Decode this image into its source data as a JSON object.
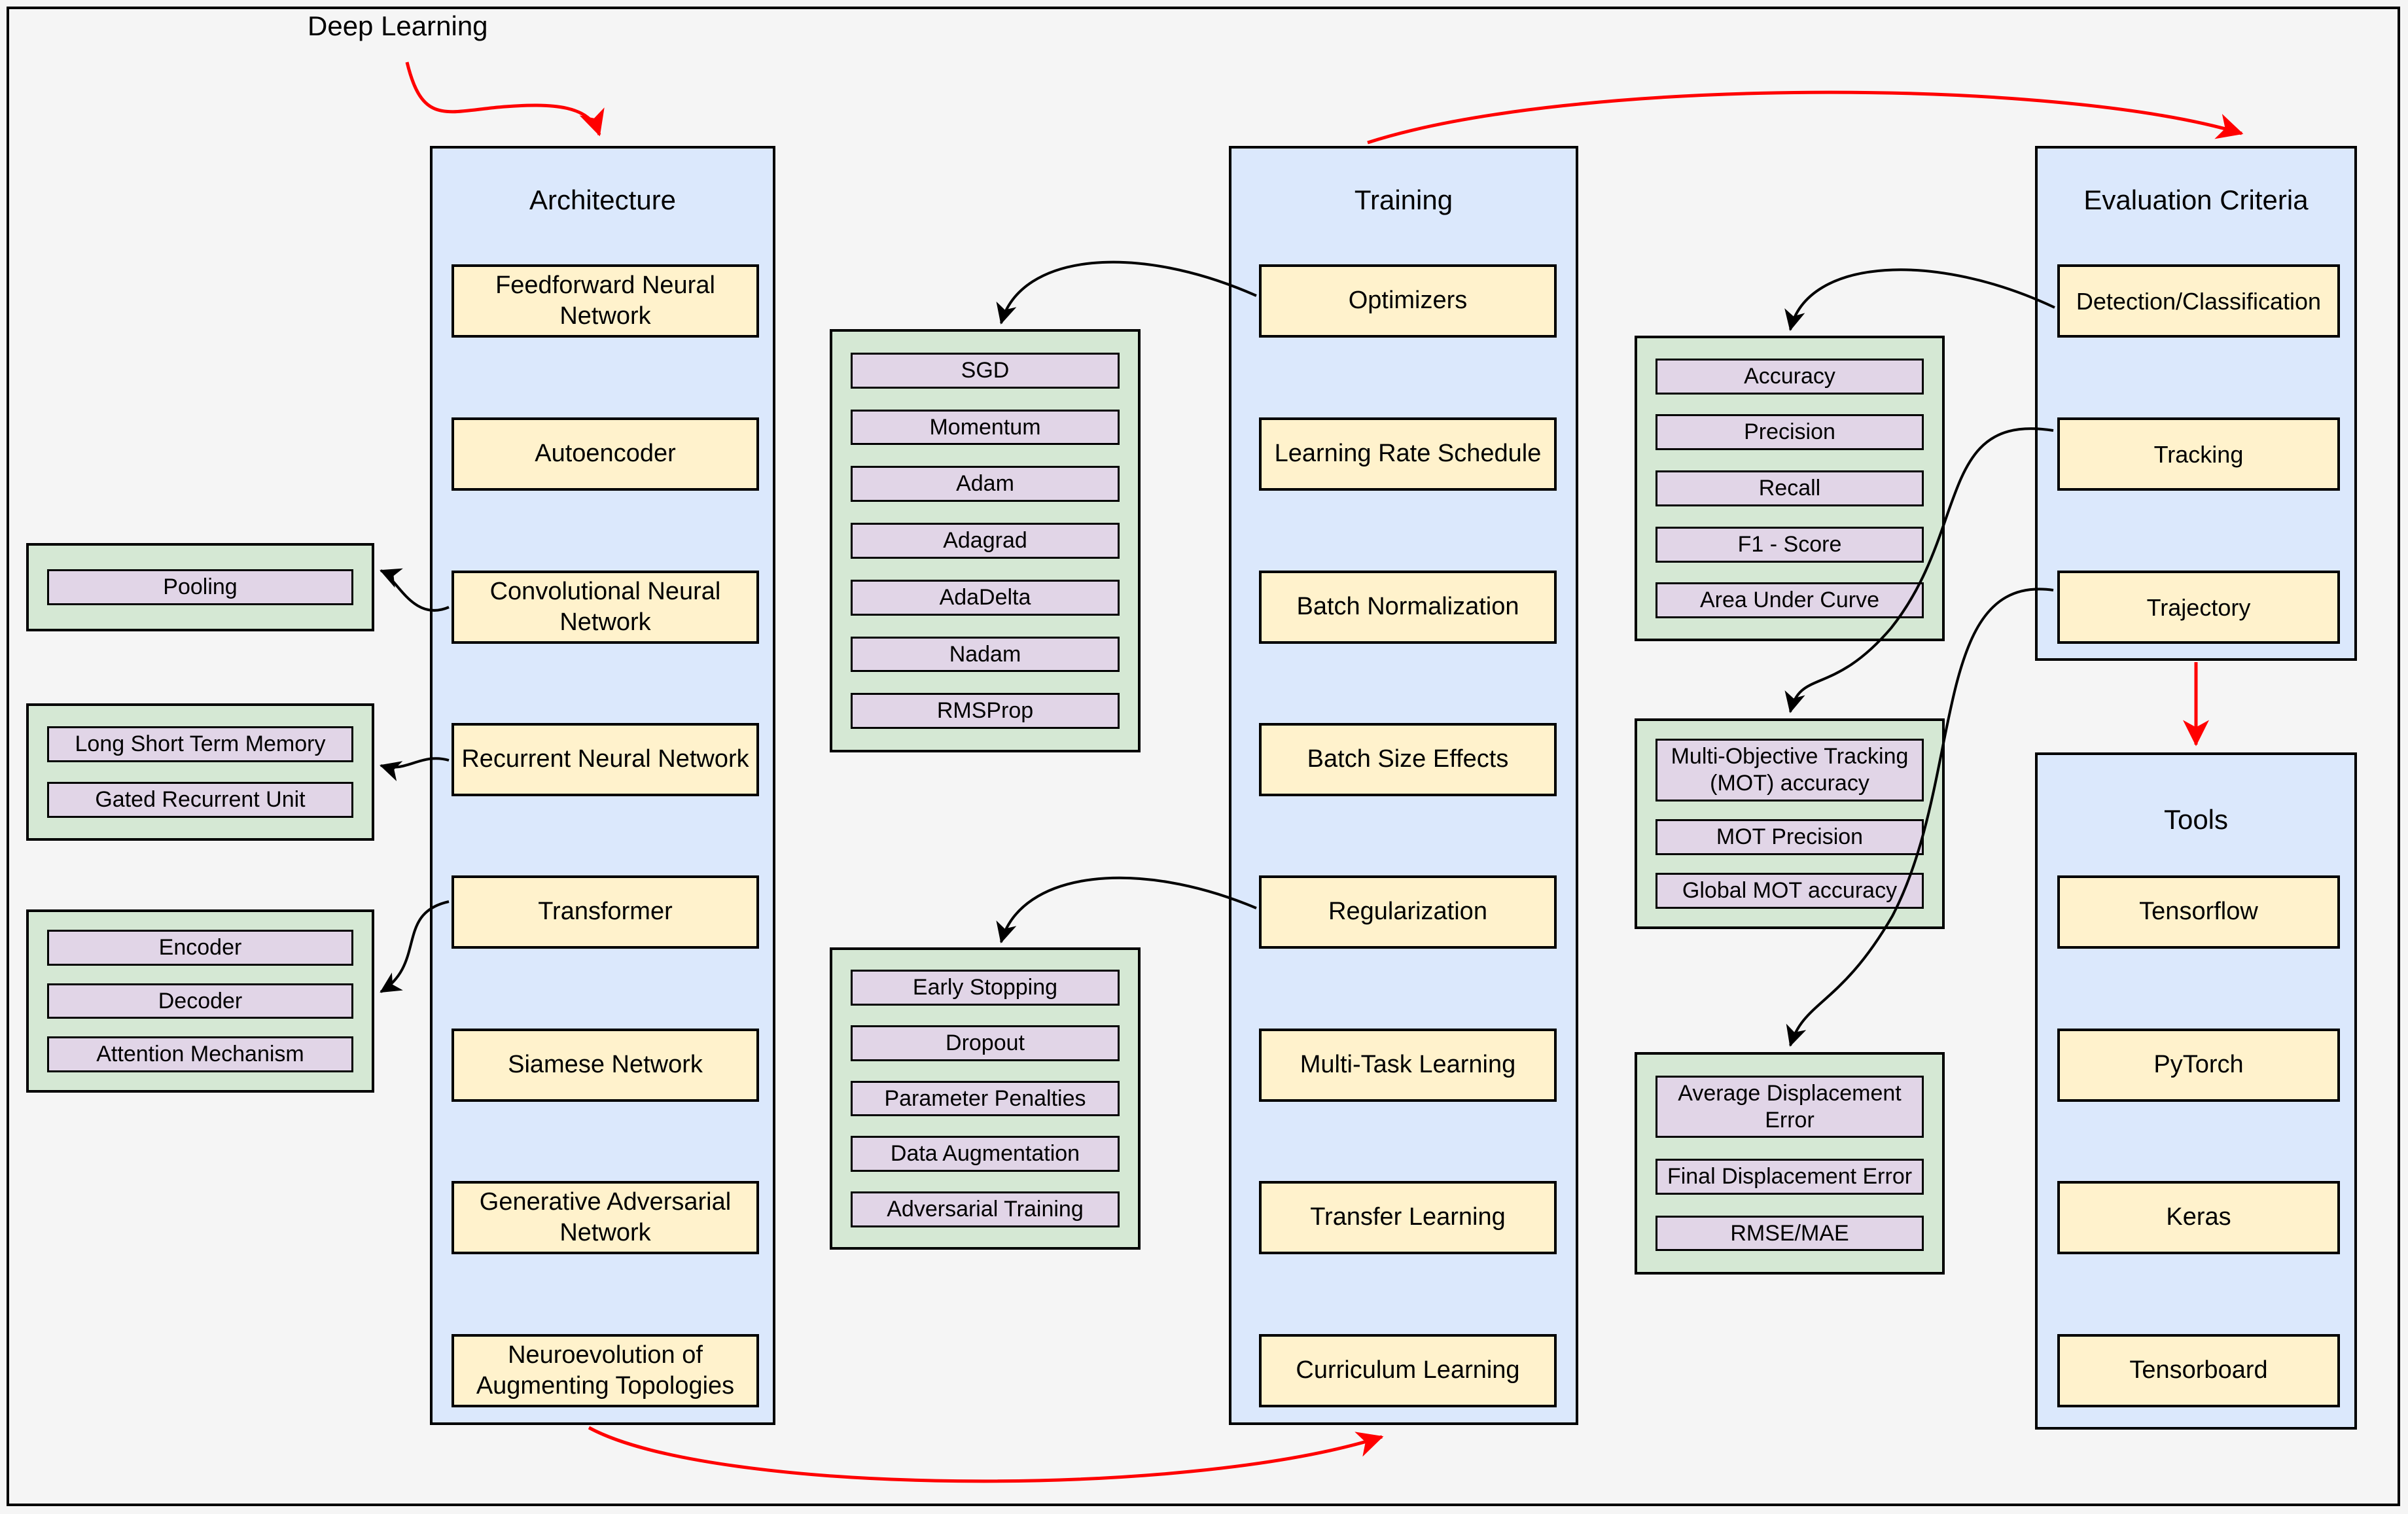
{
  "title": "Deep Learning",
  "colors": {
    "column_fill": "#dbe8fc",
    "box_fill": "#fff2cc",
    "cluster_fill": "#d5e8d4",
    "item_fill": "#e1d5e7",
    "background": "#f5f5f5",
    "border": "#000000",
    "arrow_red": "#ff0000",
    "arrow_black": "#000000"
  },
  "architecture": {
    "title": "Architecture",
    "boxes": [
      "Feedforward Neural Network",
      "Autoencoder",
      "Convolutional Neural Network",
      "Recurrent Neural Network",
      "Transformer",
      "Siamese Network",
      "Generative Adversarial Network",
      "Neuroevolution of Augmenting Topologies"
    ]
  },
  "training": {
    "title": "Training",
    "boxes": [
      "Optimizers",
      "Learning Rate Schedule",
      "Batch Normalization",
      "Batch Size Effects",
      "Regularization",
      "Multi-Task Learning",
      "Transfer Learning",
      "Curriculum Learning"
    ]
  },
  "evaluation": {
    "title": "Evaluation Criteria",
    "boxes": [
      "Detection/Classification",
      "Tracking",
      "Trajectory"
    ]
  },
  "tools": {
    "title": "Tools",
    "boxes": [
      "Tensorflow",
      "PyTorch",
      "Keras",
      "Tensorboard"
    ]
  },
  "pooling_cluster": {
    "items": [
      "Pooling"
    ]
  },
  "recurrent_cluster": {
    "items": [
      "Long Short Term Memory",
      "Gated Recurrent Unit"
    ]
  },
  "transformer_cluster": {
    "items": [
      "Encoder",
      "Decoder",
      "Attention Mechanism"
    ]
  },
  "optimizer_cluster": {
    "items": [
      "SGD",
      "Momentum",
      "Adam",
      "Adagrad",
      "AdaDelta",
      "Nadam",
      "RMSProp"
    ]
  },
  "regularization_cluster": {
    "items": [
      "Early Stopping",
      "Dropout",
      "Parameter Penalties",
      "Data Augmentation",
      "Adversarial Training"
    ]
  },
  "detection_cluster": {
    "items": [
      "Accuracy",
      "Precision",
      "Recall",
      "F1 - Score",
      "Area Under Curve"
    ]
  },
  "tracking_cluster": {
    "items": [
      "Multi-Objective Tracking (MOT) accuracy",
      "MOT Precision",
      "Global MOT accuracy"
    ]
  },
  "trajectory_cluster": {
    "items": [
      "Average Displacement Error",
      "Final Displacement Error",
      "RMSE/MAE"
    ]
  }
}
